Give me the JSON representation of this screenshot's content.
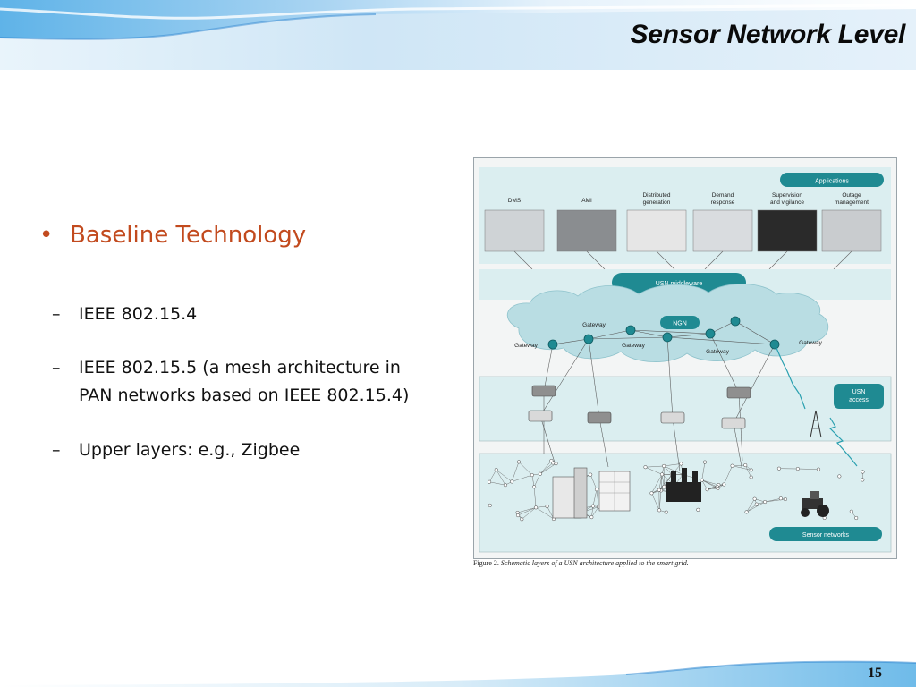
{
  "slide": {
    "title": "Sensor Network Level",
    "page_number": "15"
  },
  "content": {
    "bullet": "Baseline Technology",
    "bullet_marker": "•",
    "sub_marker": "–",
    "sub_items": [
      {
        "lines": [
          "IEEE 802.15.4"
        ]
      },
      {
        "lines": [
          "IEEE 802.15.5 (a mesh architecture in",
          "PAN networks based on IEEE 802.15.4)"
        ]
      },
      {
        "lines": [
          "Upper layers: e.g., Zigbee"
        ]
      }
    ]
  },
  "figure": {
    "caption_label": "Figure 2.",
    "caption_text": "Schematic layers of a USN architecture applied to the smart grid.",
    "applications_label": "Applications",
    "applications": [
      {
        "lines": [
          "DMS"
        ]
      },
      {
        "lines": [
          "AMI"
        ]
      },
      {
        "lines": [
          "Distributed",
          "generation"
        ]
      },
      {
        "lines": [
          "Demand",
          "response"
        ]
      },
      {
        "lines": [
          "Supervision",
          "and vigilance"
        ]
      },
      {
        "lines": [
          "Outage",
          "management"
        ]
      }
    ],
    "middleware_label": "USN middleware",
    "ngn_label": "NGN",
    "gateway_label": "Gateway",
    "usn_access_lines": [
      "USN",
      "access"
    ],
    "sensor_networks_label": "Sensor networks",
    "colors": {
      "teal": "#1f8a92",
      "panel": "#dbeef0",
      "cloud": "#b9dde3",
      "title_bar": "#3a8fd6"
    }
  }
}
